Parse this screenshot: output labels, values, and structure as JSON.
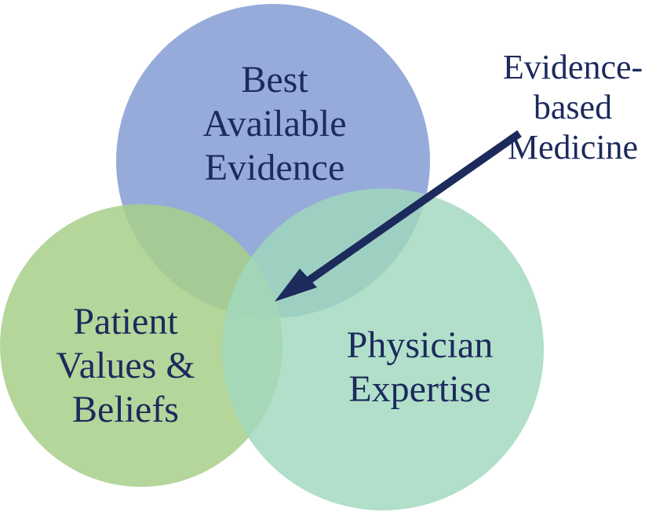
{
  "diagram": {
    "circles": {
      "evidence": {
        "lines": [
          "Best",
          "Available",
          "Evidence"
        ],
        "color": "#8da4d6"
      },
      "patient": {
        "lines": [
          "Patient",
          "Values &",
          "Beliefs"
        ],
        "color": "#a8cf8a"
      },
      "physician": {
        "lines": [
          "Physician",
          "Expertise"
        ],
        "color": "#a0d8bd"
      }
    },
    "center_label": {
      "lines": [
        "Evidence-",
        "based",
        "Medicine"
      ]
    },
    "arrow_color": "#1c2a5c",
    "text_color": "#1c2a5c"
  }
}
